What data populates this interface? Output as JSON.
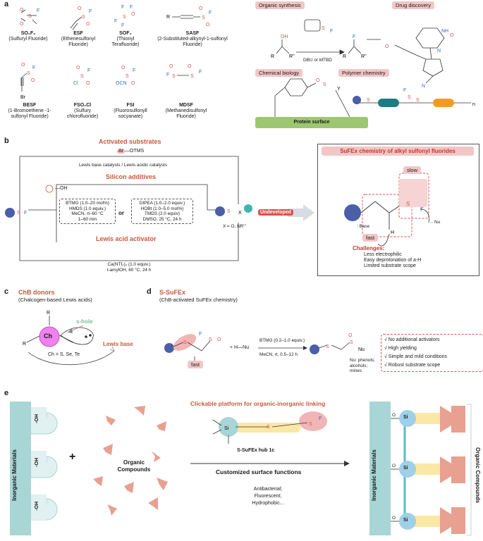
{
  "panels": {
    "a": "a",
    "b": "b",
    "c": "c",
    "d": "d",
    "e": "e"
  },
  "reagents": [
    {
      "formula": "SO₂F₂",
      "name": "(Sulfuryl Fluoride)"
    },
    {
      "formula": "ESF",
      "name": "(Ethenesulfonyl Fluoride)"
    },
    {
      "formula": "SOF₄",
      "name": "(Thionyl Terafluoride)"
    },
    {
      "formula": "SASF",
      "name": "(2-Substituted-alkynyl-1-sulfonyl Fluoride)"
    },
    {
      "formula": "BESF",
      "name": "(1-Bromoethene -1-sulfonyl Fluoride)"
    },
    {
      "formula": "FSO₂Cl",
      "name": "(Sulfury chlorofluoride)"
    },
    {
      "formula": "FSI",
      "name": "(Fluorosulfonyll socyanate)"
    },
    {
      "formula": "MDSF",
      "name": "(Methanedisulfonyl Fluoride)"
    }
  ],
  "applications": {
    "organic_synthesis": "Organic synthesis",
    "drug_discovery": "Drug discovery",
    "chemical_biology": "Chemical biology",
    "polymer_chemistry": "Polymer chemistry",
    "reagent_condition": "DBU or MTBD",
    "protein_surface": "Protein surface"
  },
  "panel_b": {
    "activated_substrates": "Activated substrates",
    "otms": "OTMS",
    "ar": "Ar",
    "lewis_catalysts": "Lewis base catalysts / Lewis acidic catalysts",
    "silicon_additives": "Silicon additives",
    "oh": "OH",
    "cond1": [
      "BTMG (1.0–20 mol%)",
      "HMDS (1.0 equiv.)",
      "MeCN, rt–60 °C",
      "1–60 min"
    ],
    "or": "or",
    "cond2": [
      "DIPEA (1.0–2.0 equiv.)",
      "HOBt (1.0–5.0 mol%)",
      "TMDS (2.0 equiv)",
      "DMSO, 25 °C, 24 h"
    ],
    "lewis_acid": "Lewis acid activator",
    "cond3": [
      "Ca(NTf₂)₂ (1.0 equiv.)",
      "t-amylOH, 60 °C, 24 h"
    ],
    "x_label": "X = O, NR'''",
    "undeveloped": "Undeveloped",
    "sufex_title": "SuFEx chemistry of alkyl sulfonyl fluorides",
    "slow": "slow",
    "fast": "fast",
    "base": "Base",
    "nu": "Nu",
    "challenges_title": "Challenges:",
    "challenges": [
      "Less electrophilic",
      "Easy deprotonation of a-H",
      "Limited substrate scope"
    ]
  },
  "panel_c": {
    "title": "ChB donors",
    "subtitle": "(Chalcogen-based Lewis acids)",
    "shole": "s-hole",
    "ch": "Ch",
    "lewis_base": "Lewis base",
    "ch_eq": "Ch = S, Se, Te"
  },
  "panel_d": {
    "title": "S-SuFEx",
    "subtitle": "(ChB-activated SuFEx chemistry)",
    "hnu": "+ H—Nu",
    "cond": "BTMG (0.2–1.0 equiv.)",
    "cond2": "MeCN, rt, 0.5–12 h",
    "fast": "fast",
    "nu_list": "Nu: phenols; alcohols; mines",
    "features": [
      "√ No additional activators",
      "√ High yielding",
      "√ Simple and mild conditions",
      "√ Robust substrate scope"
    ]
  },
  "panel_e": {
    "inorganic": "Inorganic Materials",
    "oh": "OH",
    "plus": "+",
    "organic_compounds": "Organic Compounds",
    "platform": "Clickable platform for organic-inorganic linking",
    "hub": "S-SuFEx hub 1c",
    "custom": "Customized surface functions",
    "functions": [
      "Antibacterial;",
      "Fluorescent;",
      "Hydrophobic..."
    ],
    "si": "Si",
    "o": "O",
    "organic_vertical": "Organic Compounds"
  }
}
